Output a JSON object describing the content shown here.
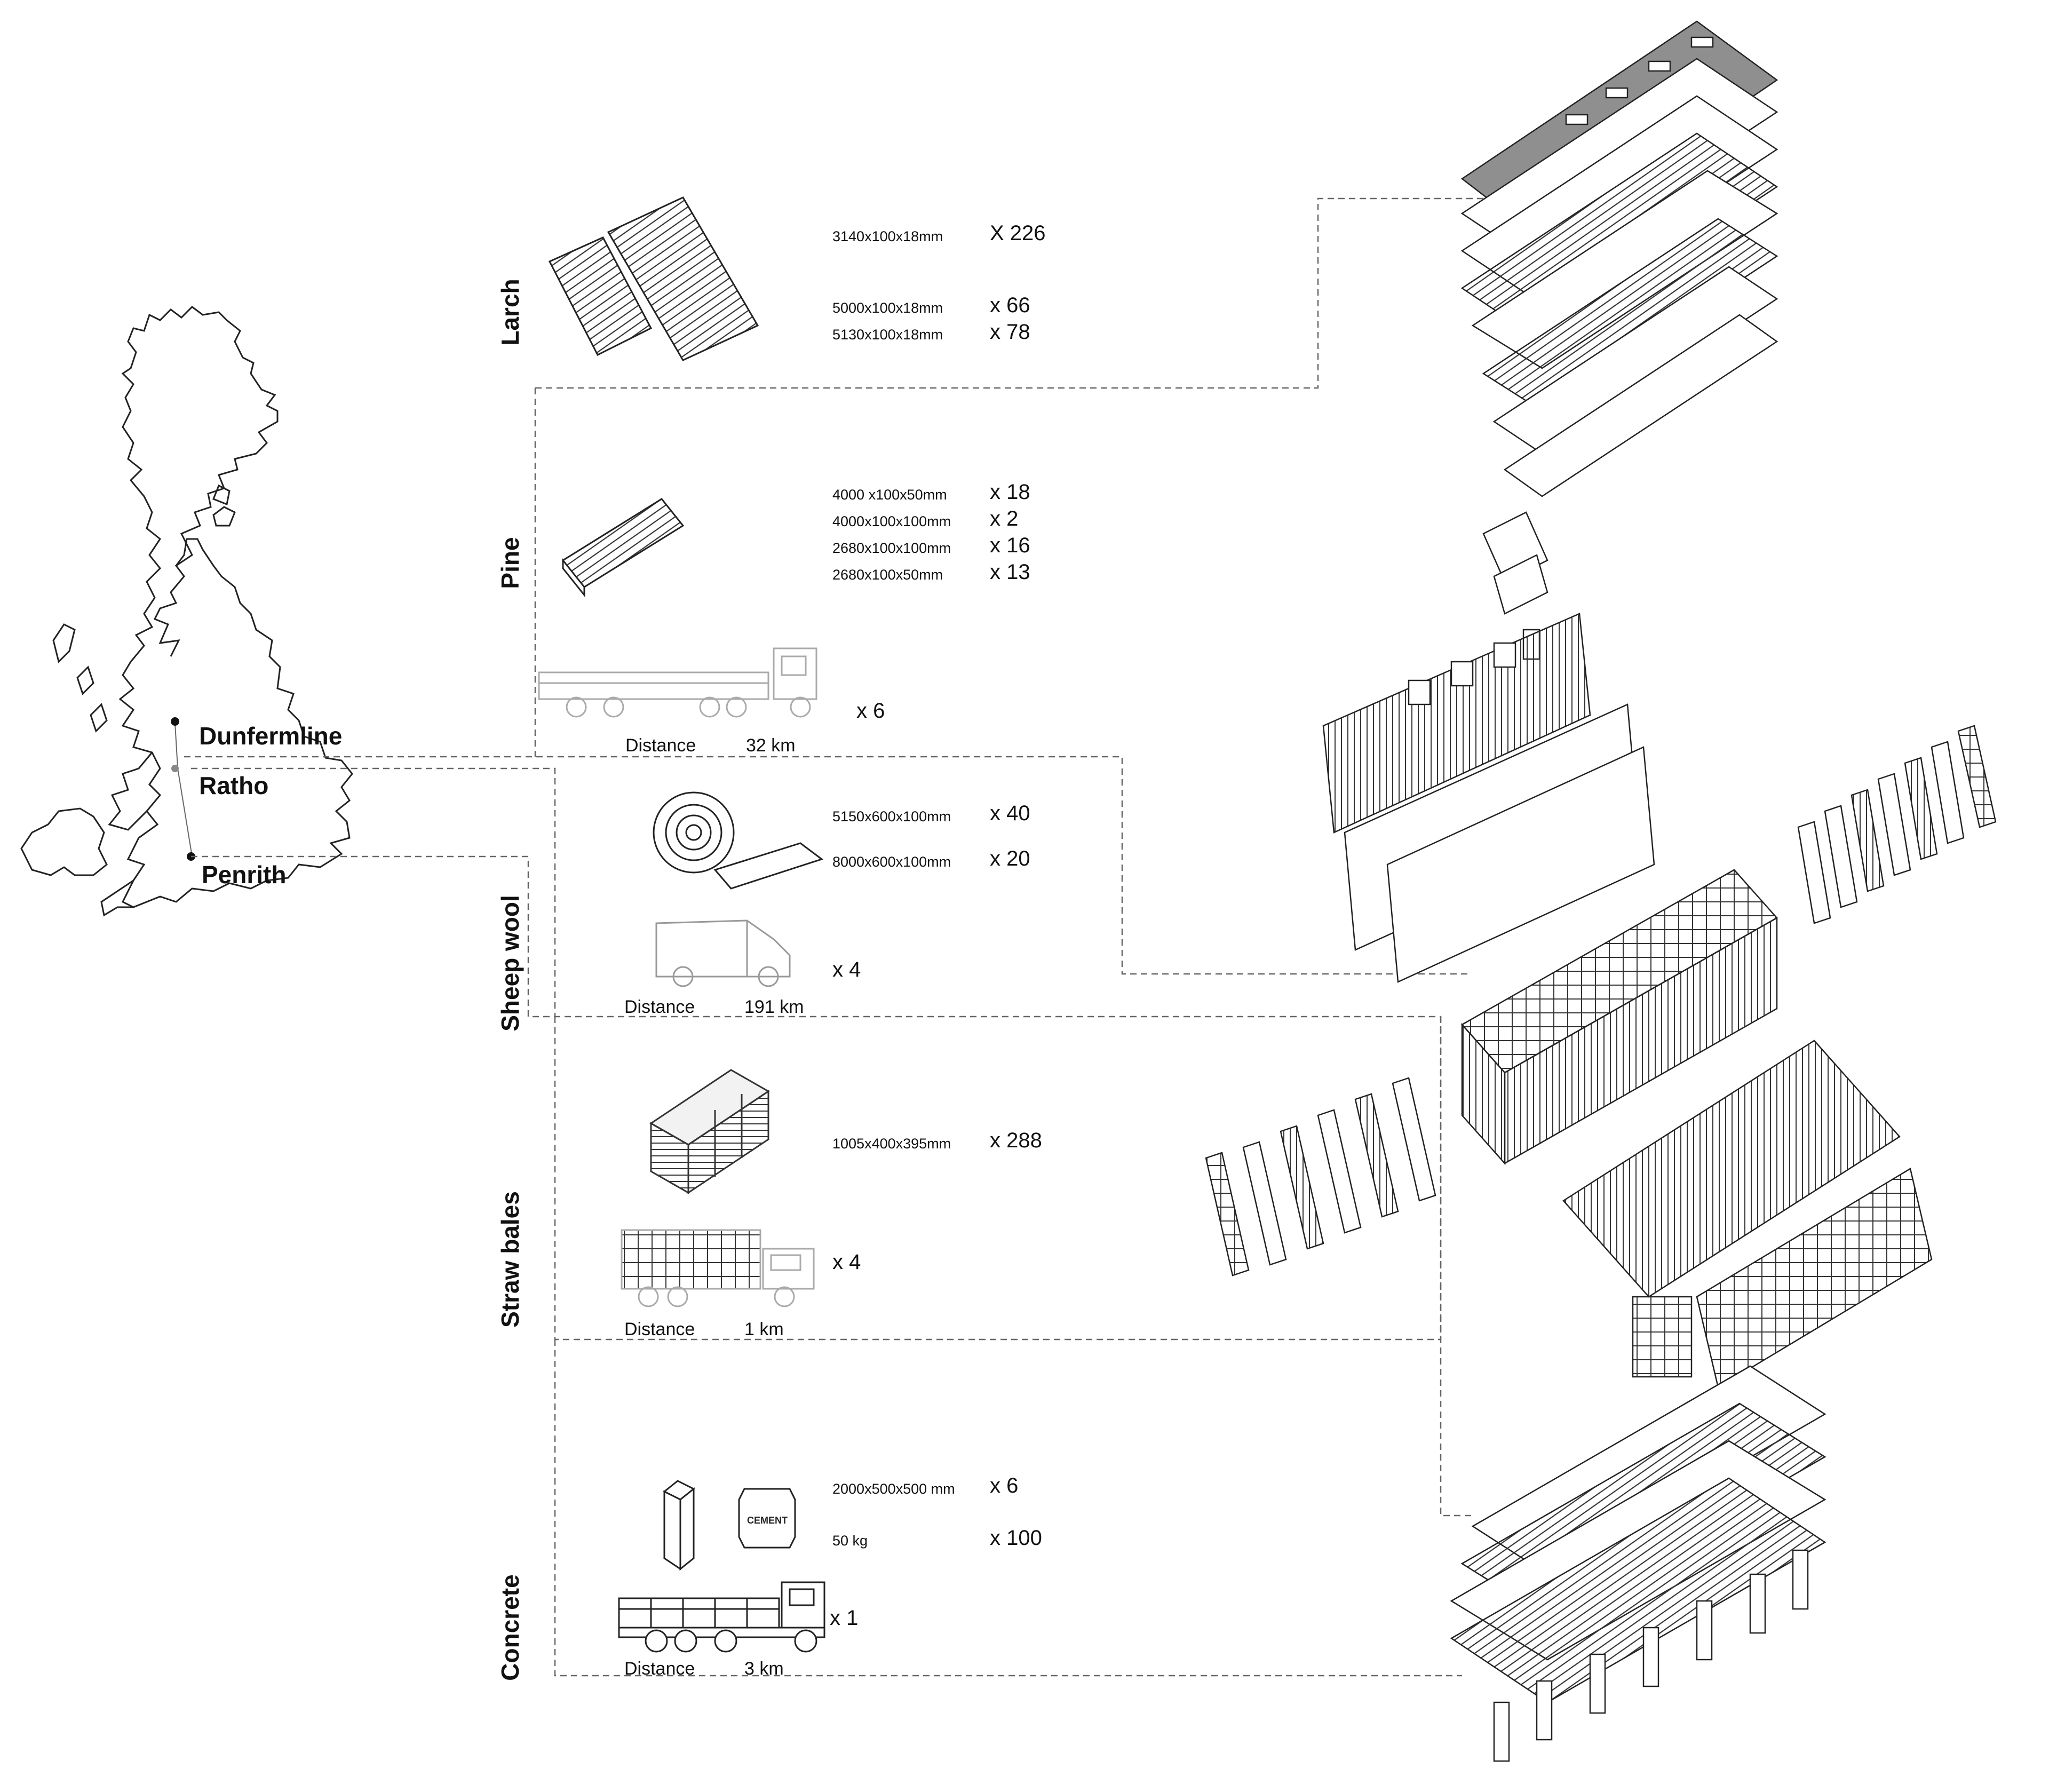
{
  "places": [
    {
      "name": "Dunfermline"
    },
    {
      "name": "Ratho"
    },
    {
      "name": "Penrith"
    }
  ],
  "materials": [
    {
      "name": "Larch",
      "items": [
        {
          "dims": "3140x100x18mm",
          "qty": "X 226"
        },
        {
          "dims": "5000x100x18mm",
          "qty": "x 66"
        },
        {
          "dims": "5130x100x18mm",
          "qty": "x 78"
        }
      ]
    },
    {
      "name": "Pine",
      "items": [
        {
          "dims": "4000 x100x50mm",
          "qty": "x 18"
        },
        {
          "dims": "4000x100x100mm",
          "qty": "x 2"
        },
        {
          "dims": "2680x100x100mm",
          "qty": "x 16"
        },
        {
          "dims": "2680x100x50mm",
          "qty": "x 13"
        }
      ],
      "transport": {
        "label": "Distance",
        "distance": "32 km",
        "count": "x 6"
      }
    },
    {
      "name": "Sheep wool",
      "items": [
        {
          "dims": "5150x600x100mm",
          "qty": "x 40"
        },
        {
          "dims": "8000x600x100mm",
          "qty": "x 20"
        }
      ],
      "transport": {
        "label": "Distance",
        "distance": "191 km",
        "count": "x 4"
      }
    },
    {
      "name": "Straw bales",
      "items": [
        {
          "dims": "1005x400x395mm",
          "qty": "x 288"
        }
      ],
      "transport": {
        "label": "Distance",
        "distance": "1 km",
        "count": "x 4"
      }
    },
    {
      "name": "Concrete",
      "items": [
        {
          "dims": "2000x500x500 mm",
          "qty": "x 6"
        },
        {
          "dims": "50 kg",
          "qty": "x 100"
        }
      ],
      "transport": {
        "label": "Distance",
        "distance": "3 km",
        "count": "x 1"
      },
      "bag_label": "CEMENT"
    }
  ],
  "colors": {
    "line": "#222222",
    "dash": "#666666",
    "roof": "#8a8a8a"
  }
}
